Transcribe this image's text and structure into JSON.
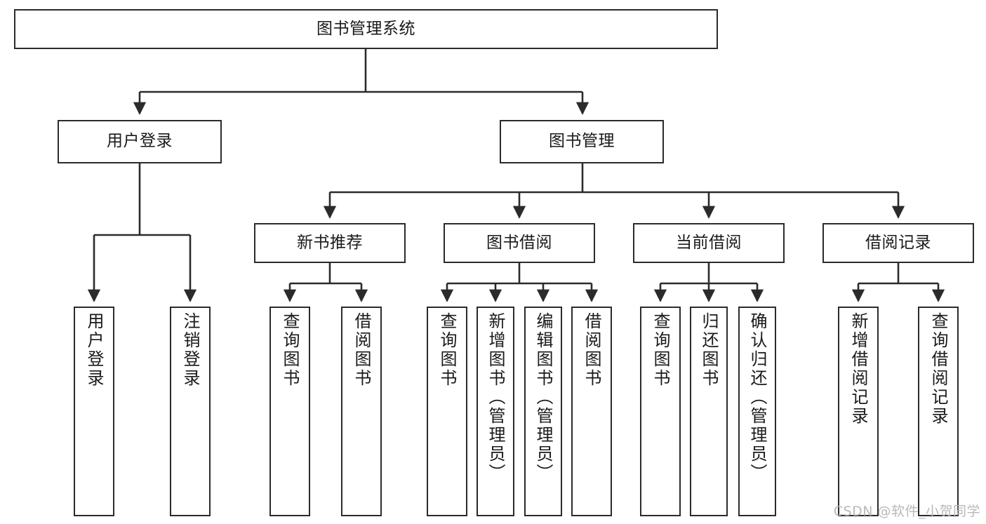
{
  "diagram": {
    "title": "图书管理系统",
    "type": "tree-hierarchy",
    "watermark": "CSDN @软件_小贺同学",
    "colors": {
      "stroke": "#2b2b2b",
      "fill": "#ffffff",
      "text": "#1a1a1a",
      "watermark": "#b9b9b9"
    },
    "nodes": {
      "root": {
        "label": "图书管理系统",
        "orientation": "horizontal"
      },
      "level2": [
        {
          "id": "user-login",
          "label": "用户登录",
          "orientation": "horizontal"
        },
        {
          "id": "book-management",
          "label": "图书管理",
          "orientation": "horizontal"
        }
      ],
      "level3": [
        {
          "id": "new-book-recommend",
          "label": "新书推荐",
          "orientation": "horizontal"
        },
        {
          "id": "book-borrow",
          "label": "图书借阅",
          "orientation": "horizontal"
        },
        {
          "id": "current-borrow",
          "label": "当前借阅",
          "orientation": "horizontal"
        },
        {
          "id": "borrow-record",
          "label": "借阅记录",
          "orientation": "horizontal"
        }
      ],
      "leaves": [
        {
          "id": "leaf-user-login",
          "label": "用户登录",
          "parent": "user-login",
          "orientation": "vertical"
        },
        {
          "id": "leaf-logout",
          "label": "注销登录",
          "parent": "user-login",
          "orientation": "vertical"
        },
        {
          "id": "leaf-query-book-1",
          "label": "查询图书",
          "parent": "new-book-recommend",
          "orientation": "vertical"
        },
        {
          "id": "leaf-borrow-book-1",
          "label": "借阅图书",
          "parent": "new-book-recommend",
          "orientation": "vertical"
        },
        {
          "id": "leaf-query-book-2",
          "label": "查询图书",
          "parent": "book-borrow",
          "orientation": "vertical"
        },
        {
          "id": "leaf-add-book",
          "label": "新增图书（管理员）",
          "parent": "book-borrow",
          "orientation": "vertical"
        },
        {
          "id": "leaf-edit-book",
          "label": "编辑图书（管理员）",
          "parent": "book-borrow",
          "orientation": "vertical"
        },
        {
          "id": "leaf-borrow-book-2",
          "label": "借阅图书",
          "parent": "book-borrow",
          "orientation": "vertical"
        },
        {
          "id": "leaf-query-book-3",
          "label": "查询图书",
          "parent": "current-borrow",
          "orientation": "vertical"
        },
        {
          "id": "leaf-return-book",
          "label": "归还图书",
          "parent": "current-borrow",
          "orientation": "vertical"
        },
        {
          "id": "leaf-confirm-return",
          "label": "确认归还（管理员）",
          "parent": "current-borrow",
          "orientation": "vertical"
        },
        {
          "id": "leaf-add-record",
          "label": "新增借阅记录",
          "parent": "borrow-record",
          "orientation": "vertical"
        },
        {
          "id": "leaf-query-record",
          "label": "查询借阅记录",
          "parent": "borrow-record",
          "orientation": "vertical"
        }
      ]
    }
  }
}
